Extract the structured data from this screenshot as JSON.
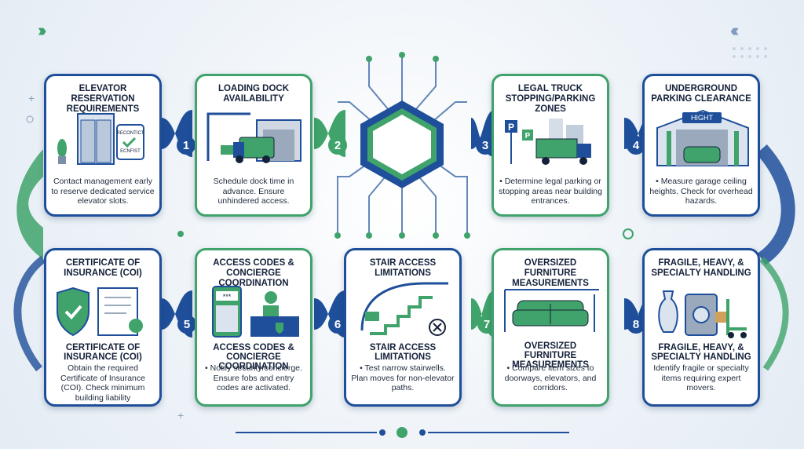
{
  "colors": {
    "green": "#3fa36b",
    "blue": "#1f4f9a",
    "dark": "#14213a"
  },
  "cards": [
    {
      "title": "ELEVATOR RESERVATION REQUIREMENTS",
      "body": "Contact management early to reserve dedicated service elevator slots.",
      "number": "1",
      "panel_title": "RECONTICT",
      "panel_sub": "ECNFIST"
    },
    {
      "title": "LOADING DOCK AVAILABILITY",
      "body": "Schedule dock time in advance. Ensure unhindered access.",
      "number": "2"
    },
    {
      "title": "LEGAL TRUCK STOPPING/PARKING ZONES",
      "body": "• Determine legal parking or stopping areas near building entrances.",
      "number": "3",
      "sign": "P"
    },
    {
      "title": "UNDERGROUND PARKING CLEARANCE",
      "body": "• Measure garage ceiling heights. Check for overhead hazards.",
      "number": "4",
      "sign": "HIGHT"
    },
    {
      "title": "CERTIFICATE OF INSURANCE (COI)",
      "title2": "CERTIFICATE OF INSURANCE (COI)",
      "body": "Obtain the required Certificate of Insurance (COI). Check minimum building liability requirements.",
      "number": "5"
    },
    {
      "title": "ACCESS CODES & CONCIERGE COORDINATION",
      "title2": "ACCESS CODES & CONCIERGE COORDINATION",
      "body": "• Notify security/concierge. Ensure fobs and entry codes are activated.",
      "number": "6",
      "keypad": "***"
    },
    {
      "title": "STAIR ACCESS LIMITATIONS",
      "title2": "STAIR ACCESS LIMITATIONS",
      "body": "• Test narrow stairwells. Plan moves for non-elevator paths.",
      "number": "7"
    },
    {
      "title": "OVERSIZED FURNITURE MEASUREMENTS",
      "title2": "OVERSIZED FURNITURE MEASUREMENTS",
      "body": "• Compare item sizes to doorways, elevators, and corridors.",
      "number": "8"
    },
    {
      "title": "FRAGILE, HEAVY, & SPECIALTY HANDLING",
      "title2": "FRAGILE, HEAVY, & SPECIALTY HANDLING",
      "body": "Identify fragile or specialty items requiring expert movers."
    }
  ]
}
